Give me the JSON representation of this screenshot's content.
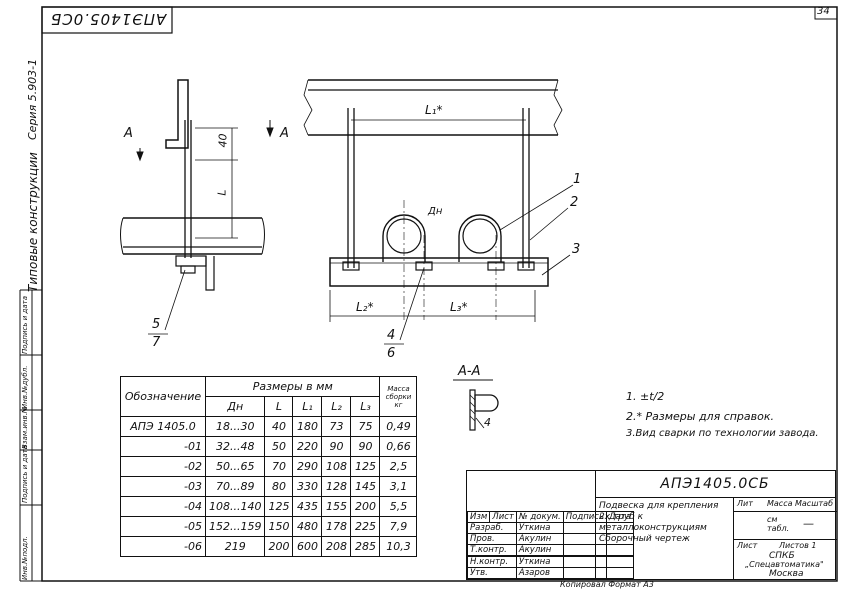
{
  "sheet_number": "34",
  "mirrored_stamp": "АПЭ1405.0СБ",
  "side_series": "Серия 5.903-1",
  "side_title": "Типовые конструкции",
  "side_stamps": [
    "Инв.№подл.",
    "Подпись и дата",
    "Взам.инв.№",
    "Инв.№дубл.",
    "Подпись и дата"
  ],
  "section_label": "А",
  "section_title": "А-А",
  "dims": {
    "d40": "40",
    "L": "L",
    "L1": "L₁*",
    "L2": "L₂*",
    "L3": "L₃*",
    "dn": "Дн",
    "weld": "4"
  },
  "callouts": [
    "1",
    "2",
    "3",
    "4",
    "6",
    "5",
    "7"
  ],
  "table": {
    "header_group": "Размеры в мм",
    "mass_header": "Масса сборки кг",
    "columns": [
      "Обозначение",
      "Дн",
      "L",
      "L₁",
      "L₂",
      "L₃"
    ],
    "rows": [
      [
        "АПЭ 1405.0",
        "18...30",
        "40",
        "180",
        "73",
        "75",
        "0,49"
      ],
      [
        "-01",
        "32...48",
        "50",
        "220",
        "90",
        "90",
        "0,66"
      ],
      [
        "-02",
        "50...65",
        "70",
        "290",
        "108",
        "125",
        "2,5"
      ],
      [
        "-03",
        "70...89",
        "80",
        "330",
        "128",
        "145",
        "3,1"
      ],
      [
        "-04",
        "108...140",
        "125",
        "435",
        "155",
        "200",
        "5,5"
      ],
      [
        "-05",
        "152...159",
        "150",
        "480",
        "178",
        "225",
        "7,9"
      ],
      [
        "-06",
        "219",
        "200",
        "600",
        "208",
        "285",
        "10,3"
      ]
    ]
  },
  "notes": [
    "1. ±t/2",
    "2.* Размеры для справок.",
    "3.Вид сварки по технологии завода."
  ],
  "title_block": {
    "code": "АПЭ1405.0СБ",
    "name": "Подвеска для крепления 2х труб к металлоконструкциям Сборочный чертеж",
    "lit": "Лит",
    "mass": "Масса",
    "scale": "Масштаб",
    "mass_value": "см табл.",
    "scale_value": "—",
    "sheet": "Лист",
    "sheets": "Листов 1",
    "org_line1": "СПКБ",
    "org_line2": "„Спецавтоматика\"",
    "org_line3": "Москва",
    "head_cols": [
      "Изм",
      "Лист",
      "№ докум.",
      "Подпись",
      "Дата"
    ],
    "roles": [
      {
        "role": "Разраб.",
        "name": "Уткина"
      },
      {
        "role": "Пров.",
        "name": "Акулин"
      },
      {
        "role": "Т.контр.",
        "name": "Акулин"
      },
      {
        "role": "",
        "name": ""
      },
      {
        "role": "Н.контр.",
        "name": "Уткина"
      },
      {
        "role": "Утв.",
        "name": "Азаров"
      }
    ]
  },
  "footer": "Копировал  Формат А3"
}
